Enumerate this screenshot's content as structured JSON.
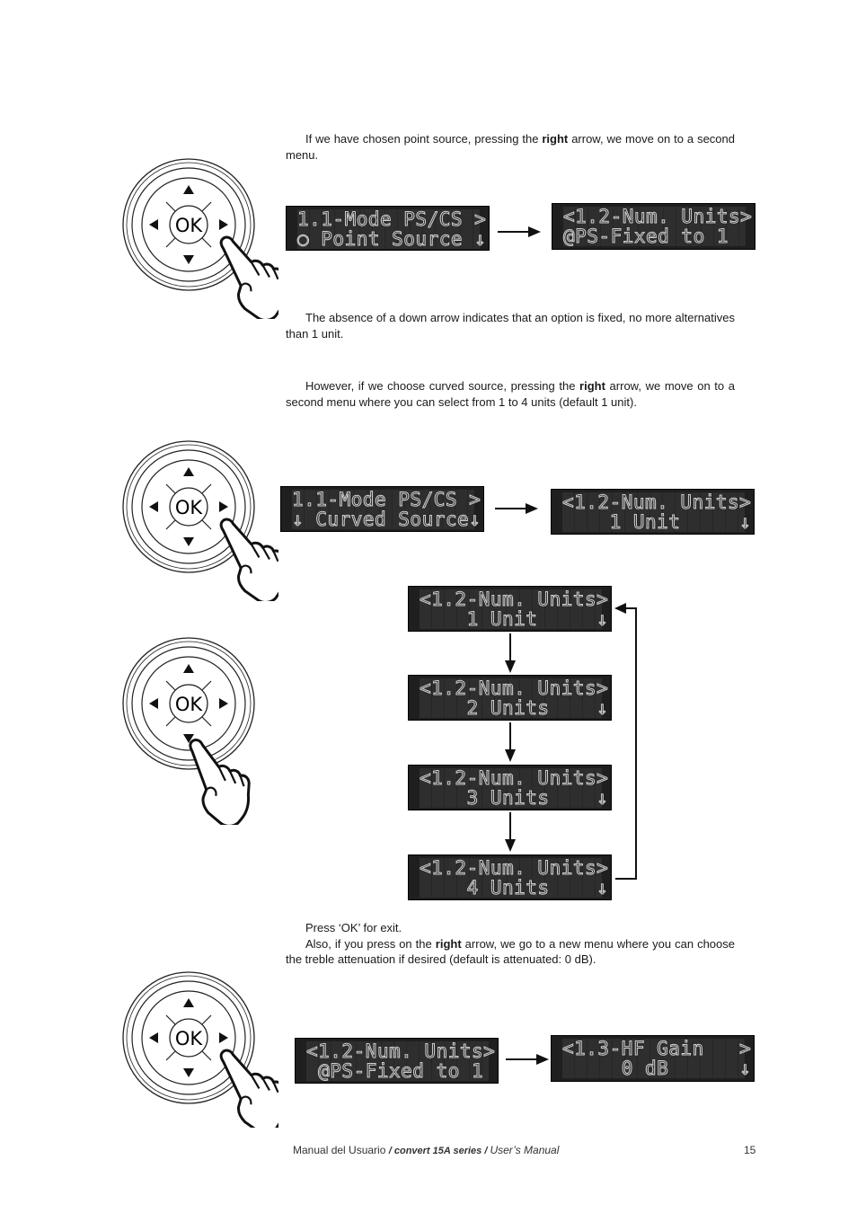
{
  "paragraphs": {
    "p1_pre": "If we have chosen point source, pressing the ",
    "p1_bold": "right",
    "p1_post": " arrow, we move on to a second menu.",
    "p2": "The absence of a down arrow indicates that an option is fixed, no more alternatives than 1 unit.",
    "p3_pre": "However, if we choose curved source, pressing the ",
    "p3_bold": "right",
    "p3_post": " arrow, we move on to a second menu where you can select from 1 to 4 units (default 1 unit).",
    "p4": "Press ‘OK’ for exit.",
    "p5_pre": "Also, if you press on the ",
    "p5_bold": "right",
    "p5_post": " arrow, we go to a new menu where you can choose the treble attenuation if desired (default is attenuated: 0 dB)."
  },
  "dial": {
    "ok_label": "OK"
  },
  "displays": {
    "d1": {
      "l1": "1.1-Mode PS/CS >",
      "l2": "○ Point Source ↓"
    },
    "d2": {
      "l1": "<1.2-Num. Units>",
      "l2": "@PS-Fixed to 1  "
    },
    "d3": {
      "l1": "1.1-Mode PS/CS >",
      "l2": "↓ Curved Source↓"
    },
    "d4": {
      "l1": "<1.2-Num. Units>",
      "l2": "    1 Unit     ↓"
    },
    "d5": {
      "l1": "<1.2-Num. Units>",
      "l2": "    1 Unit     ↓"
    },
    "d6": {
      "l1": "<1.2-Num. Units>",
      "l2": "    2 Units    ↓"
    },
    "d7": {
      "l1": "<1.2-Num. Units>",
      "l2": "    3 Units    ↓"
    },
    "d8": {
      "l1": "<1.2-Num. Units>",
      "l2": "    4 Units    ↓"
    },
    "d9": {
      "l1": "<1.2-Num. Units>",
      "l2": " @PS-Fixed to 1 "
    },
    "d10": {
      "l1": "<1.3-HF Gain   >",
      "l2": "     0 dB      ↓"
    }
  },
  "footer": {
    "left": "Manual  del  Usuario ",
    "slash1": "/ ",
    "brand": "convert 15A series",
    "slash2": " / ",
    "right": "User’s  Manual",
    "page": "15"
  }
}
